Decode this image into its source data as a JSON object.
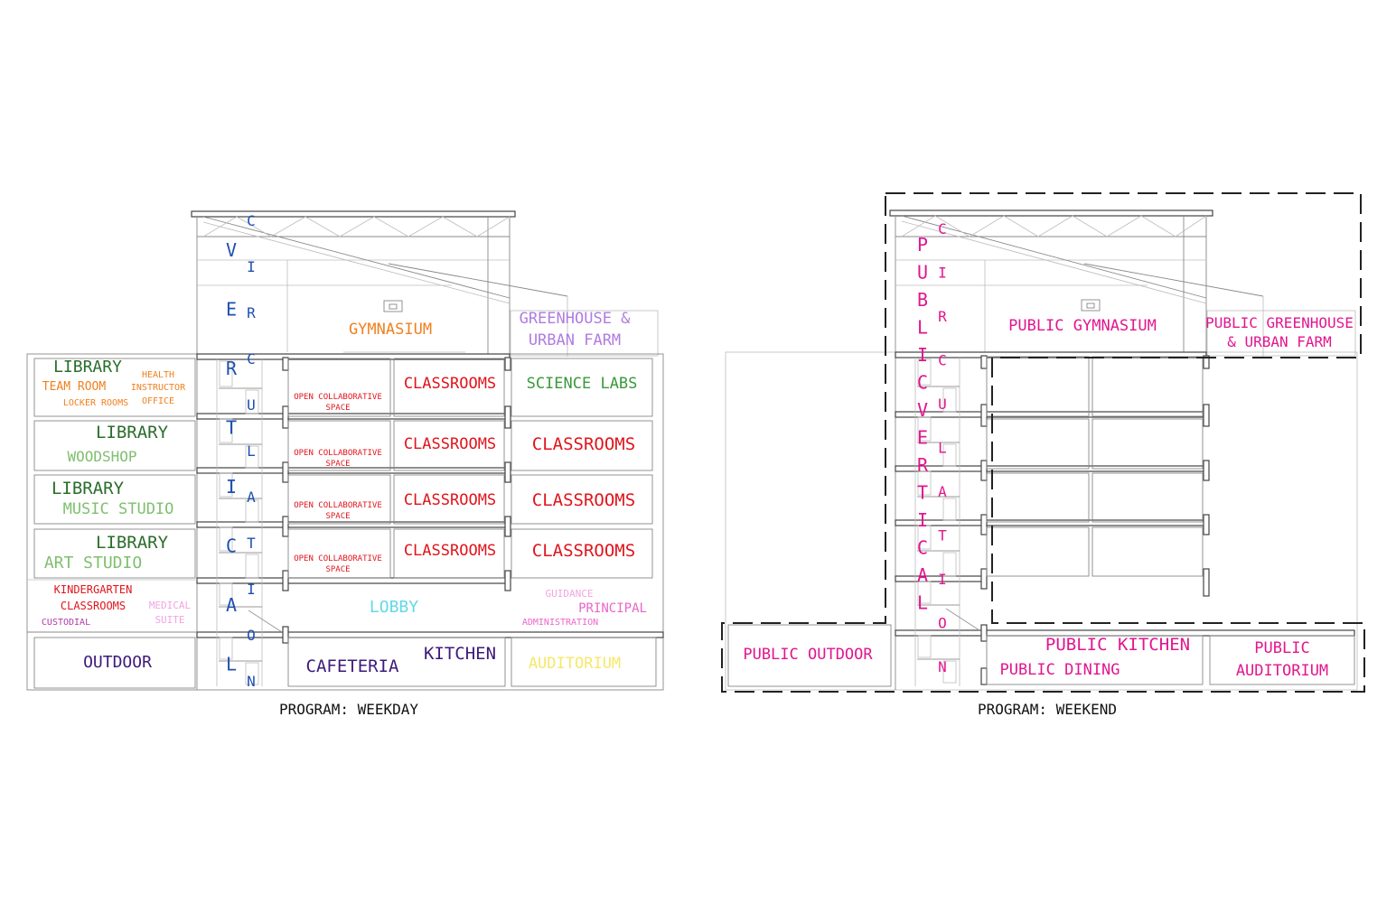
{
  "colors": {
    "circulation": "#1f4fb0",
    "library": "#2b6d2b",
    "library_light": "#7fbf6f",
    "classroom": "#e0141b",
    "science": "#3a9a3a",
    "gym": "#f0801e",
    "greenhouse": "#b07ce0",
    "lobby": "#64d8e6",
    "pink": "#f0a6e0",
    "purple_dark": "#3d1a7a",
    "auditorium": "#f5e86a",
    "public": "#e2168f"
  },
  "weekday": {
    "caption": "PROGRAM: WEEKDAY",
    "circulation_a": [
      "V",
      "E",
      "R",
      "T",
      "I",
      "C",
      "A",
      "L"
    ],
    "circulation_b": [
      "C",
      "I",
      "R",
      "C",
      "U",
      "L",
      "A",
      "T",
      "I",
      "O",
      "N"
    ],
    "gymnasium": "GYMNASIUM",
    "greenhouse_1": "GREENHOUSE &",
    "greenhouse_2": "URBAN FARM",
    "floor4": {
      "library": "LIBRARY",
      "team_room": "TEAM ROOM",
      "locker_rooms": "LOCKER ROOMS",
      "health_1": "HEALTH",
      "health_2": "INSTRUCTOR",
      "health_3": "OFFICE",
      "ocs_1": "OPEN COLLABORATIVE",
      "ocs_2": "SPACE",
      "classrooms": "CLASSROOMS",
      "science": "SCIENCE LABS"
    },
    "floor3": {
      "library": "LIBRARY",
      "woodshop": "WOODSHOP",
      "ocs_1": "OPEN COLLABORATIVE",
      "ocs_2": "SPACE",
      "classrooms_a": "CLASSROOMS",
      "classrooms_b": "CLASSROOMS"
    },
    "floor2": {
      "library": "LIBRARY",
      "music": "MUSIC STUDIO",
      "ocs_1": "OPEN COLLABORATIVE",
      "ocs_2": "SPACE",
      "classrooms_a": "CLASSROOMS",
      "classrooms_b": "CLASSROOMS"
    },
    "floor1": {
      "library": "LIBRARY",
      "art": "ART STUDIO",
      "ocs_1": "OPEN COLLABORATIVE",
      "ocs_2": "SPACE",
      "classrooms_a": "CLASSROOMS",
      "classrooms_b": "CLASSROOMS"
    },
    "ground": {
      "kindergarten": "KINDERGARTEN",
      "classrooms": "CLASSROOMS",
      "custodial": "CUSTODIAL",
      "medical_1": "MEDICAL",
      "medical_2": "SUITE",
      "lobby": "LOBBY",
      "guidance": "GUIDANCE",
      "principal": "PRINCIPAL",
      "administration": "ADMINISTRATION"
    },
    "lower": {
      "outdoor": "OUTDOOR",
      "cafeteria": "CAFETERIA",
      "kitchen": "KITCHEN",
      "auditorium": "AUDITORIUM"
    }
  },
  "weekend": {
    "caption": "PROGRAM: WEEKEND",
    "public_vertical": [
      "P",
      "U",
      "B",
      "L",
      "I",
      "C",
      "V",
      "E",
      "R",
      "T",
      "I",
      "C",
      "A",
      "L"
    ],
    "circulation": [
      "C",
      "I",
      "R",
      "C",
      "U",
      "L",
      "A",
      "T",
      "I",
      "O",
      "N"
    ],
    "gymnasium": "PUBLIC GYMNASIUM",
    "greenhouse_1": "PUBLIC GREENHOUSE",
    "greenhouse_2": "& URBAN FARM",
    "outdoor": "PUBLIC OUTDOOR",
    "kitchen": "PUBLIC KITCHEN",
    "dining": "PUBLIC DINING",
    "auditorium_1": "PUBLIC",
    "auditorium_2": "AUDITORIUM"
  }
}
